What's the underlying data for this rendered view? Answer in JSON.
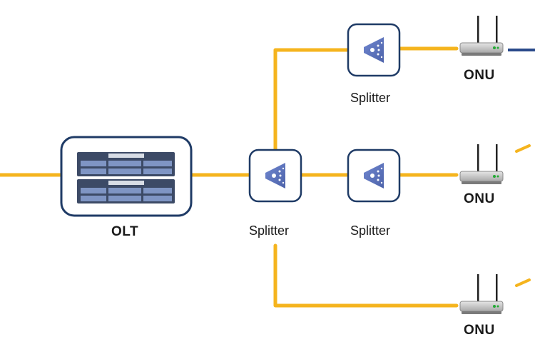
{
  "diagram": {
    "olt": {
      "label": "OLT"
    },
    "splitters": [
      {
        "label": "Splitter"
      },
      {
        "label": "Splitter"
      },
      {
        "label": "Splitter"
      }
    ],
    "onus": [
      {
        "label": "ONU"
      },
      {
        "label": "ONU"
      },
      {
        "label": "ONU"
      }
    ]
  },
  "colors": {
    "fiber": "#f5b41e",
    "node_border": "#1f3b66",
    "splitter_icon": "#5a73bd",
    "server_body": "#3c4a66",
    "router_body": "#c9c9c9",
    "router_led": "#22aa33"
  }
}
